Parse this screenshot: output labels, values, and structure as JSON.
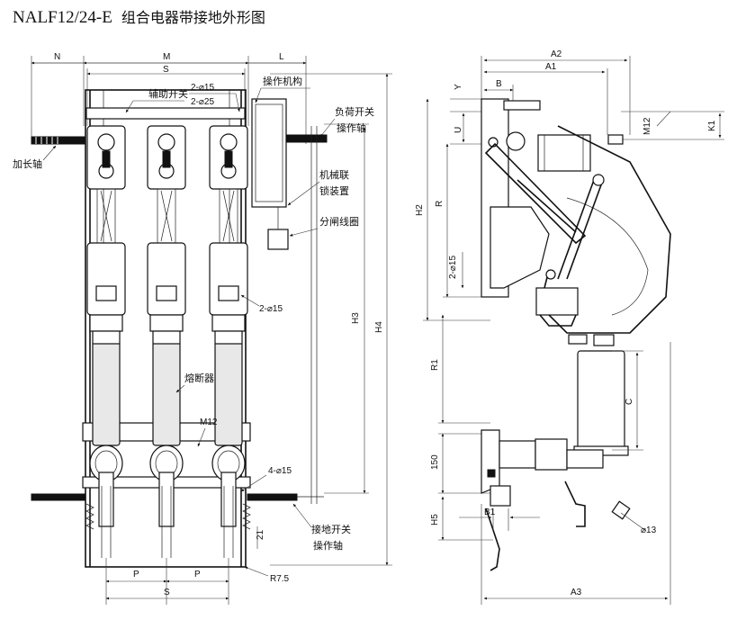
{
  "title": {
    "model": "NALF12/24-E",
    "name": "组合电器带接地外形图"
  },
  "front_view": {
    "labels": {
      "aux_switch": "辅助开关",
      "mechanism": "操作机构",
      "load_switch_shaft_1": "负荷开关",
      "load_switch_shaft_2": "操作轴",
      "interlock_1": "机械联",
      "interlock_2": "锁装置",
      "trip_coil": "分闸线圈",
      "extension_shaft": "加长轴",
      "fuse": "熔断器",
      "earth_switch_1": "接地开关",
      "earth_switch_2": "操作轴"
    },
    "dims": {
      "n": "N",
      "m": "M",
      "l": "L",
      "s_top": "S",
      "hole_a": "2-⌀15",
      "hole_b": "2-⌀25",
      "hole_c": "2-⌀15",
      "hole_d": "4-⌀15",
      "bolt": "M12",
      "h3": "H3",
      "h4": "H4",
      "p1": "P",
      "p2": "P",
      "s_bottom": "S",
      "d21": "21",
      "r75": "R7.5"
    }
  },
  "side_view": {
    "dims": {
      "a2": "A2",
      "a1": "A1",
      "b": "B",
      "y": "Y",
      "u": "U",
      "m12": "M12",
      "k1": "K1",
      "h2": "H2",
      "r": "R",
      "hole": "2-⌀15",
      "r1": "R1",
      "c": "C",
      "d150": "150",
      "h5": "H5",
      "b1": "B1",
      "d13": "⌀13",
      "a3": "A3"
    }
  }
}
